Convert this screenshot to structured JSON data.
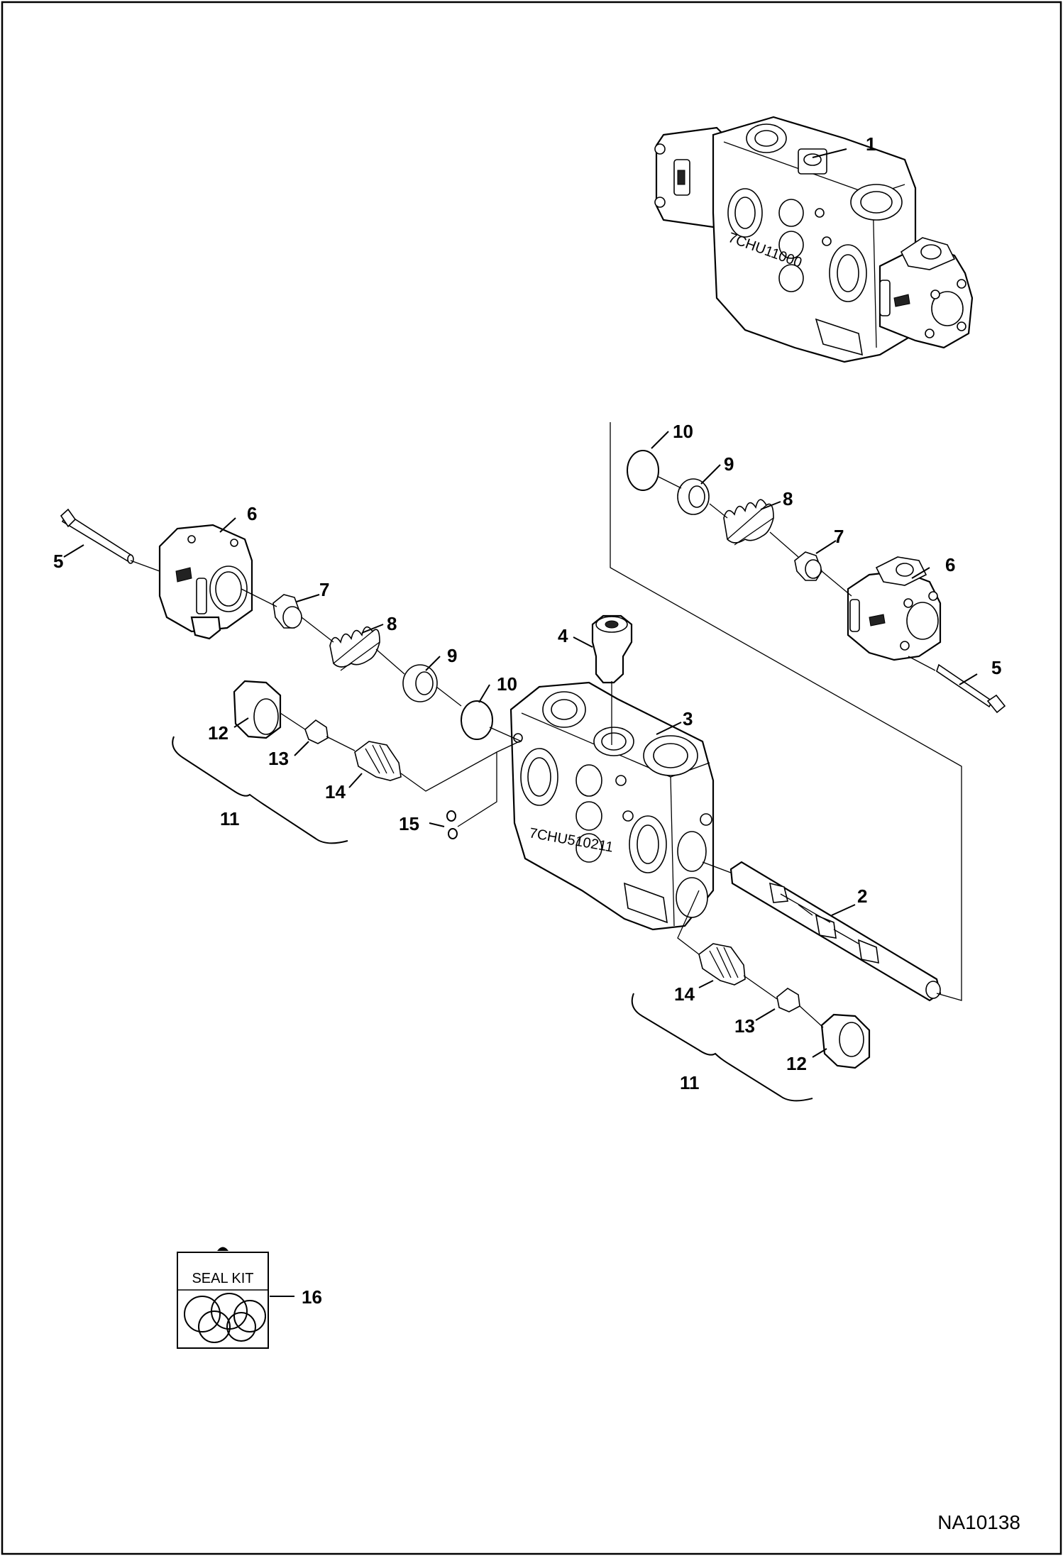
{
  "diagram": {
    "reference_code": "NA10138",
    "seal_kit_label": "SEAL KIT",
    "casting_marks": [
      "7CHU11000",
      "7CHU510211"
    ],
    "callouts": [
      {
        "id": "c1",
        "text": "1"
      },
      {
        "id": "c2",
        "text": "2"
      },
      {
        "id": "c3",
        "text": "3"
      },
      {
        "id": "c4",
        "text": "4"
      },
      {
        "id": "c5a",
        "text": "5"
      },
      {
        "id": "c5b",
        "text": "5"
      },
      {
        "id": "c6a",
        "text": "6"
      },
      {
        "id": "c6b",
        "text": "6"
      },
      {
        "id": "c7a",
        "text": "7"
      },
      {
        "id": "c7b",
        "text": "7"
      },
      {
        "id": "c8a",
        "text": "8"
      },
      {
        "id": "c8b",
        "text": "8"
      },
      {
        "id": "c9a",
        "text": "9"
      },
      {
        "id": "c9b",
        "text": "9"
      },
      {
        "id": "c10a",
        "text": "10"
      },
      {
        "id": "c10b",
        "text": "10"
      },
      {
        "id": "c11a",
        "text": "11"
      },
      {
        "id": "c11b",
        "text": "11"
      },
      {
        "id": "c12a",
        "text": "12"
      },
      {
        "id": "c12b",
        "text": "12"
      },
      {
        "id": "c13a",
        "text": "13"
      },
      {
        "id": "c13b",
        "text": "13"
      },
      {
        "id": "c14a",
        "text": "14"
      },
      {
        "id": "c14b",
        "text": "14"
      },
      {
        "id": "c15",
        "text": "15"
      },
      {
        "id": "c16",
        "text": "16"
      }
    ]
  }
}
